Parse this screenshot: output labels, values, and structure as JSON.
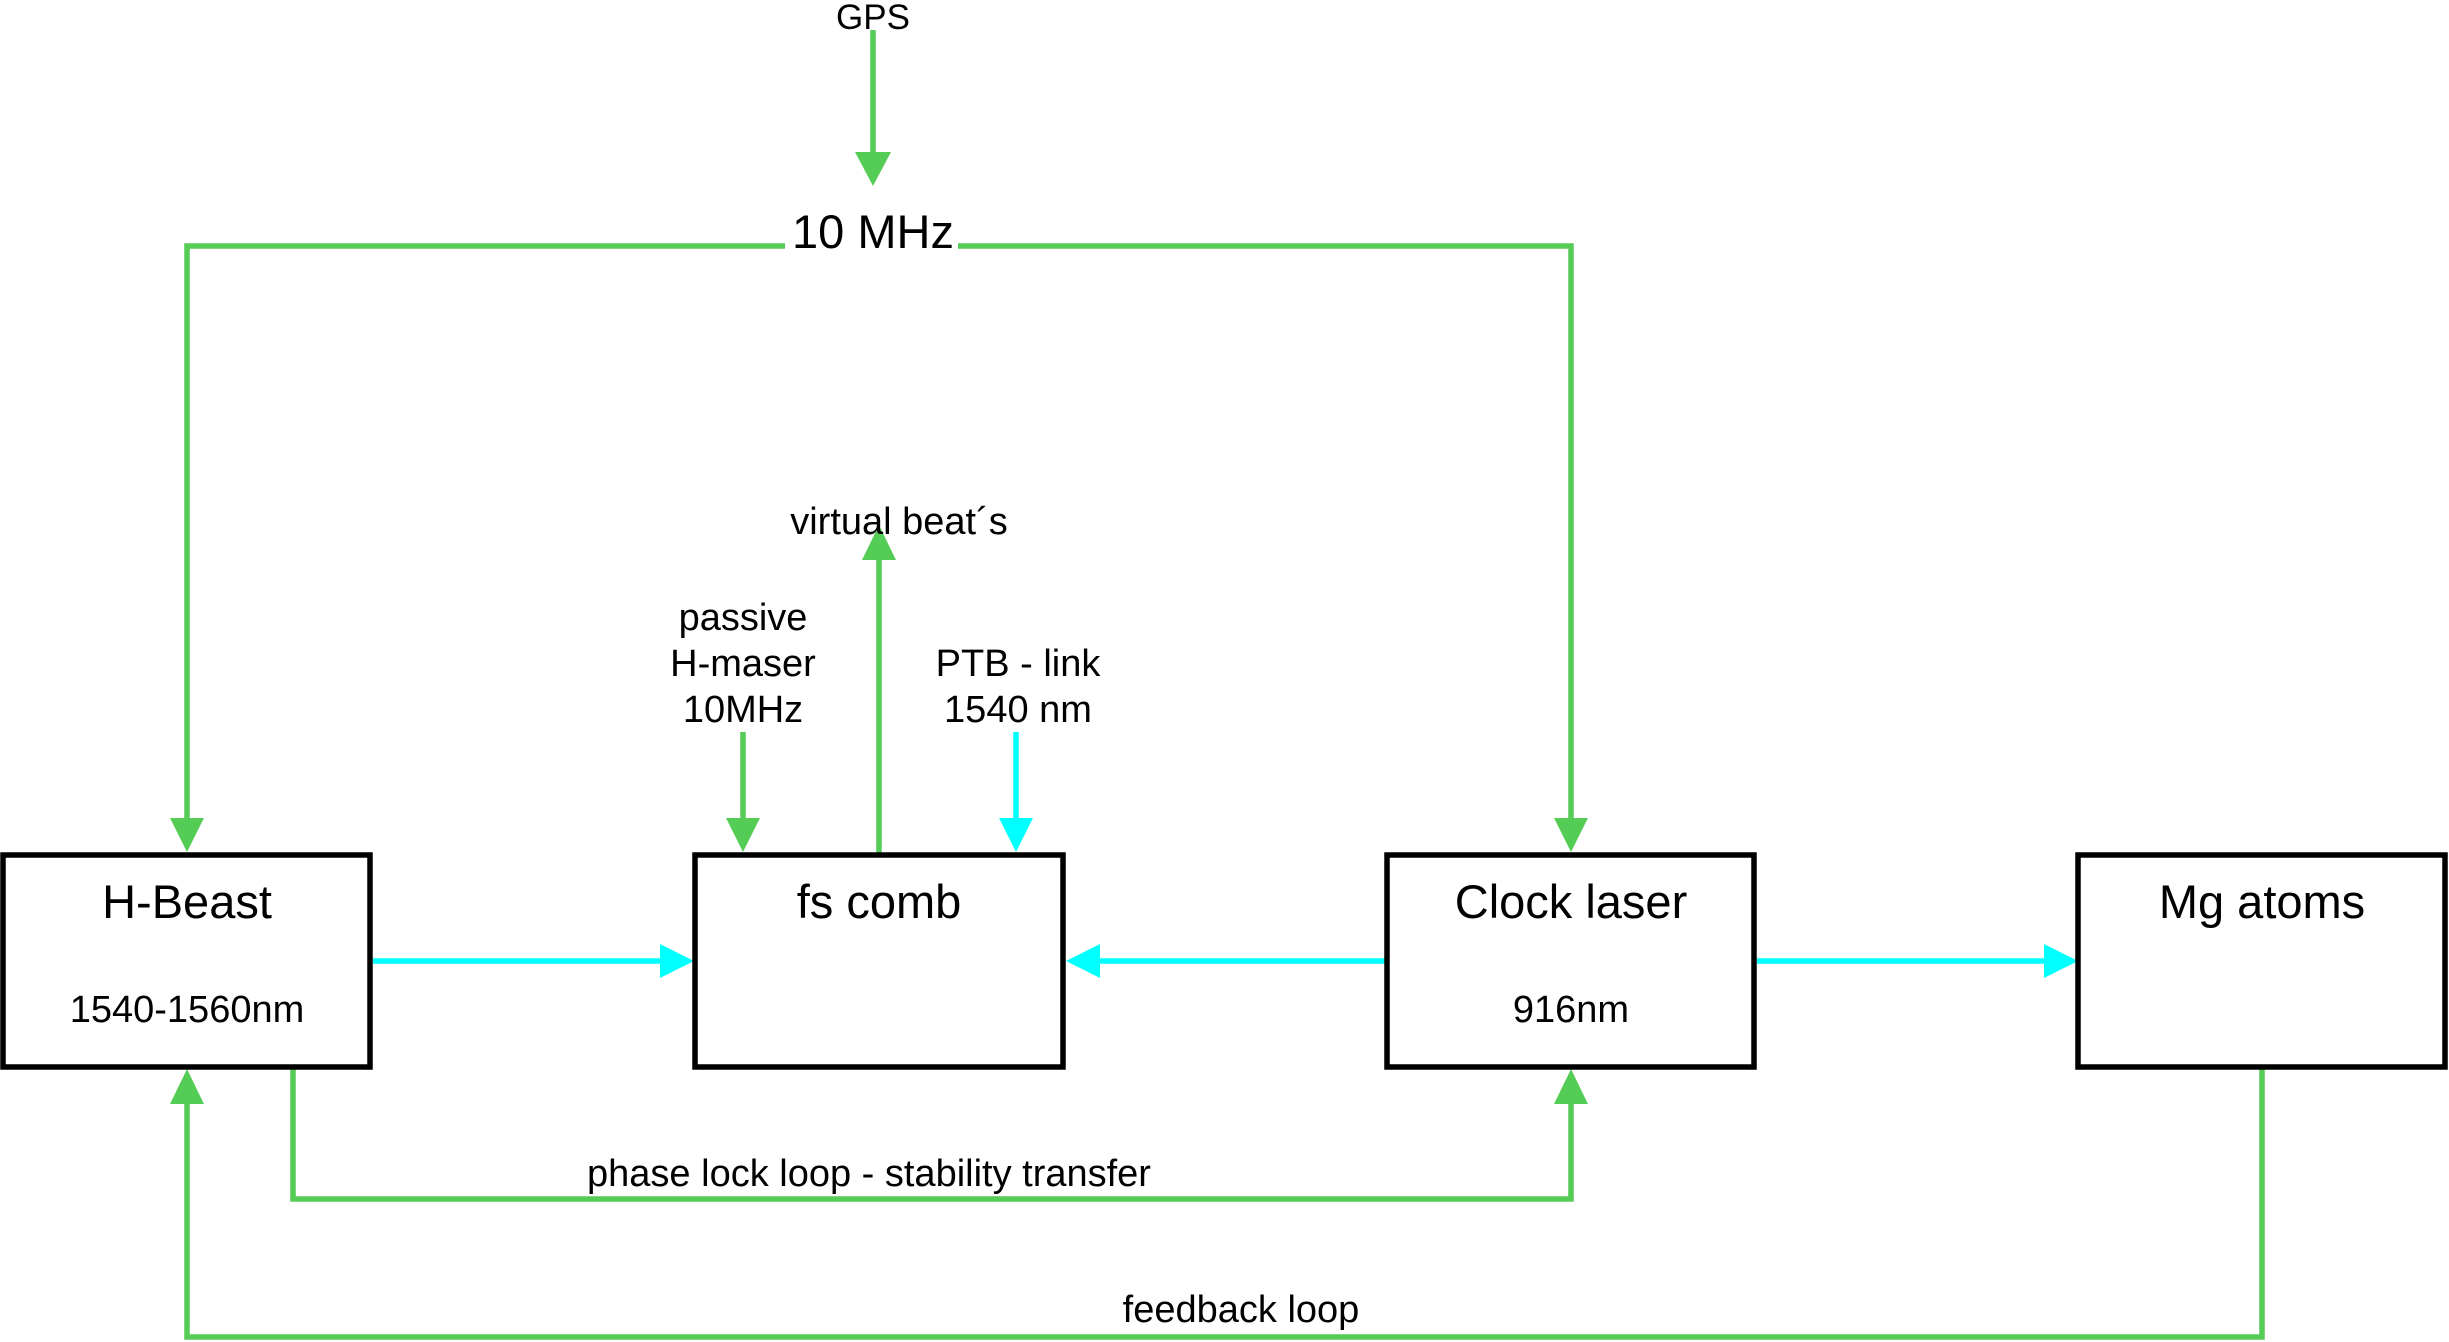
{
  "diagram": {
    "colors": {
      "signal_rf": "#55CC55",
      "signal_optical": "#00FFFF",
      "box_border": "#000000",
      "background": "#FFFFFF"
    },
    "labels": {
      "gps": "GPS",
      "ten_mhz": "10 MHz",
      "virtual_beats": "virtual beat´s",
      "passive_maser_line1": "passive",
      "passive_maser_line2": "H-maser",
      "passive_maser_line3": "10MHz",
      "ptb_link_line1": "PTB - link",
      "ptb_link_line2": "1540 nm",
      "phase_lock_loop": "phase lock loop - stability transfer",
      "feedback_loop": "feedback loop"
    },
    "boxes": {
      "h_beast": {
        "title": "H-Beast",
        "subtitle": "1540-1560nm"
      },
      "fs_comb": {
        "title": "fs comb",
        "subtitle": ""
      },
      "clock_laser": {
        "title": "Clock laser",
        "subtitle": "916nm"
      },
      "mg_atoms": {
        "title": "Mg atoms",
        "subtitle": ""
      }
    }
  }
}
